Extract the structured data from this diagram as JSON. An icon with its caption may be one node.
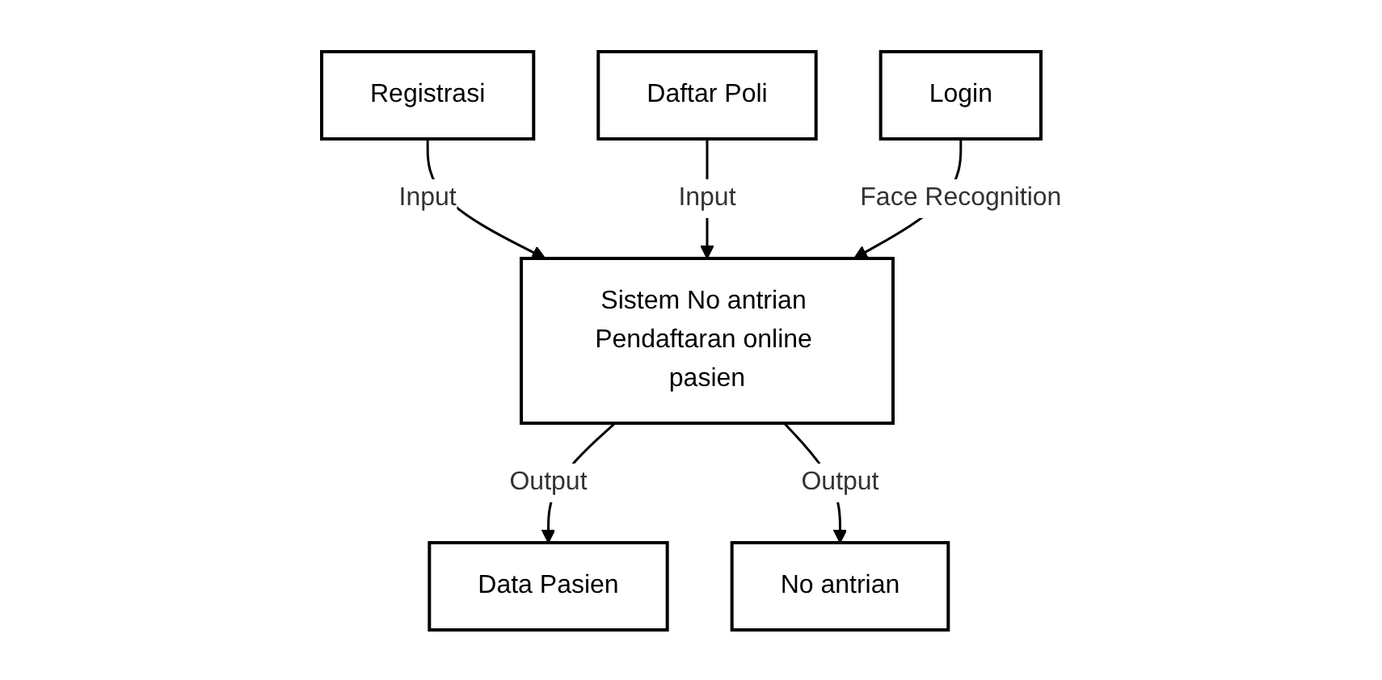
{
  "diagram": {
    "nodes": [
      {
        "text": [
          "Registrasi"
        ]
      },
      {
        "text": [
          "Daftar Poli"
        ]
      },
      {
        "text": [
          "Login"
        ]
      },
      {
        "text": [
          "Sistem No antrian Pendaftaran online pasien"
        ]
      },
      {
        "text": [
          "Data Pasien"
        ]
      },
      {
        "text": [
          "No antrian"
        ]
      }
    ],
    "edges": [
      {
        "from": 0,
        "to": 3,
        "arrow": "to",
        "label": "Input"
      },
      {
        "from": 1,
        "to": 3,
        "arrow": "to",
        "label": "Input"
      },
      {
        "from": 2,
        "to": 3,
        "arrow": "to",
        "label": "Face Recognition"
      },
      {
        "from": 3,
        "to": 4,
        "arrow": "to",
        "label": "Output"
      },
      {
        "from": 3,
        "to": 5,
        "arrow": "to",
        "label": "Output"
      }
    ]
  }
}
